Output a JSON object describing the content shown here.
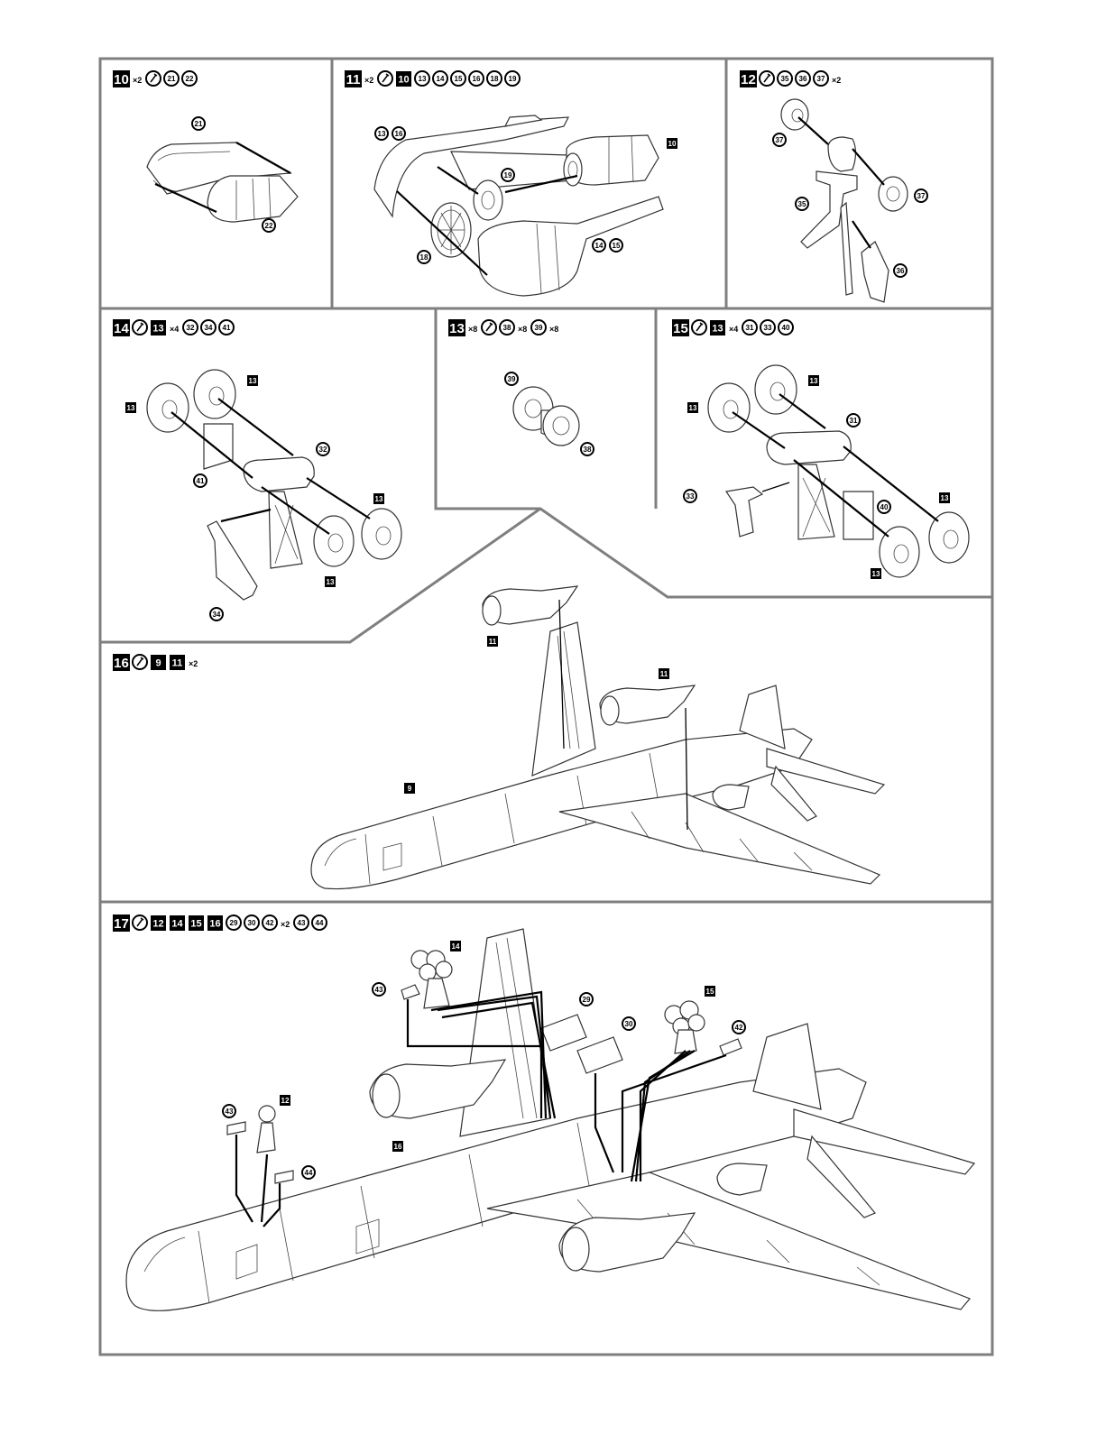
{
  "steps": [
    {
      "number": "10",
      "header": [
        {
          "t": "x",
          "v": "×2"
        },
        {
          "t": "glue"
        },
        {
          "t": "c",
          "v": "21"
        },
        {
          "t": "c",
          "v": "22"
        }
      ],
      "callouts": [
        {
          "kind": "c",
          "v": "21"
        },
        {
          "kind": "c",
          "v": "22"
        }
      ]
    },
    {
      "number": "11",
      "header": [
        {
          "t": "x",
          "v": "×2"
        },
        {
          "t": "glue"
        },
        {
          "t": "b",
          "v": "10"
        },
        {
          "t": "c",
          "v": "13"
        },
        {
          "t": "c",
          "v": "14"
        },
        {
          "t": "c",
          "v": "15"
        },
        {
          "t": "c",
          "v": "16"
        },
        {
          "t": "c",
          "v": "18"
        },
        {
          "t": "c",
          "v": "19"
        }
      ],
      "callouts": [
        {
          "kind": "c",
          "v": "13"
        },
        {
          "kind": "c",
          "v": "16"
        },
        {
          "kind": "b",
          "v": "10"
        },
        {
          "kind": "c",
          "v": "19"
        },
        {
          "kind": "c",
          "v": "18"
        },
        {
          "kind": "c",
          "v": "14"
        },
        {
          "kind": "c",
          "v": "15"
        }
      ]
    },
    {
      "number": "12",
      "header": [
        {
          "t": "glue"
        },
        {
          "t": "c",
          "v": "35"
        },
        {
          "t": "c",
          "v": "36"
        },
        {
          "t": "c",
          "v": "37"
        },
        {
          "t": "x",
          "v": "×2"
        }
      ],
      "callouts": [
        {
          "kind": "c",
          "v": "37"
        },
        {
          "kind": "c",
          "v": "37"
        },
        {
          "kind": "c",
          "v": "35"
        },
        {
          "kind": "c",
          "v": "36"
        }
      ]
    },
    {
      "number": "14",
      "header": [
        {
          "t": "glue"
        },
        {
          "t": "b",
          "v": "13"
        },
        {
          "t": "x",
          "v": "×4"
        },
        {
          "t": "c",
          "v": "32"
        },
        {
          "t": "c",
          "v": "34"
        },
        {
          "t": "c",
          "v": "41"
        }
      ],
      "callouts": [
        {
          "kind": "b",
          "v": "13"
        },
        {
          "kind": "b",
          "v": "13"
        },
        {
          "kind": "c",
          "v": "32"
        },
        {
          "kind": "c",
          "v": "41"
        },
        {
          "kind": "b",
          "v": "13"
        },
        {
          "kind": "b",
          "v": "13"
        },
        {
          "kind": "c",
          "v": "34"
        }
      ]
    },
    {
      "number": "13",
      "header": [
        {
          "t": "x",
          "v": "×8"
        },
        {
          "t": "glue"
        },
        {
          "t": "c",
          "v": "38"
        },
        {
          "t": "x",
          "v": "×8"
        },
        {
          "t": "c",
          "v": "39"
        },
        {
          "t": "x",
          "v": "×8"
        }
      ],
      "callouts": [
        {
          "kind": "c",
          "v": "39"
        },
        {
          "kind": "c",
          "v": "38"
        }
      ]
    },
    {
      "number": "15",
      "header": [
        {
          "t": "glue"
        },
        {
          "t": "b",
          "v": "13"
        },
        {
          "t": "x",
          "v": "×4"
        },
        {
          "t": "c",
          "v": "31"
        },
        {
          "t": "c",
          "v": "33"
        },
        {
          "t": "c",
          "v": "40"
        }
      ],
      "callouts": [
        {
          "kind": "b",
          "v": "13"
        },
        {
          "kind": "b",
          "v": "13"
        },
        {
          "kind": "c",
          "v": "31"
        },
        {
          "kind": "c",
          "v": "33"
        },
        {
          "kind": "c",
          "v": "40"
        },
        {
          "kind": "b",
          "v": "13"
        },
        {
          "kind": "b",
          "v": "13"
        }
      ]
    },
    {
      "number": "16",
      "header": [
        {
          "t": "glue"
        },
        {
          "t": "b",
          "v": "9"
        },
        {
          "t": "b",
          "v": "11"
        },
        {
          "t": "x",
          "v": "×2"
        }
      ],
      "callouts": [
        {
          "kind": "b",
          "v": "11"
        },
        {
          "kind": "b",
          "v": "11"
        },
        {
          "kind": "b",
          "v": "9"
        }
      ]
    },
    {
      "number": "17",
      "header": [
        {
          "t": "glue"
        },
        {
          "t": "b",
          "v": "12"
        },
        {
          "t": "b",
          "v": "14"
        },
        {
          "t": "b",
          "v": "15"
        },
        {
          "t": "b",
          "v": "16"
        },
        {
          "t": "c",
          "v": "29"
        },
        {
          "t": "c",
          "v": "30"
        },
        {
          "t": "c",
          "v": "42"
        },
        {
          "t": "x",
          "v": "×2"
        },
        {
          "t": "c",
          "v": "43"
        },
        {
          "t": "c",
          "v": "44"
        }
      ],
      "callouts": [
        {
          "kind": "b",
          "v": "14"
        },
        {
          "kind": "c",
          "v": "43"
        },
        {
          "kind": "c",
          "v": "29"
        },
        {
          "kind": "c",
          "v": "30"
        },
        {
          "kind": "b",
          "v": "15"
        },
        {
          "kind": "c",
          "v": "42"
        },
        {
          "kind": "c",
          "v": "43"
        },
        {
          "kind": "b",
          "v": "12"
        },
        {
          "kind": "b",
          "v": "16"
        },
        {
          "kind": "c",
          "v": "44"
        }
      ]
    }
  ]
}
